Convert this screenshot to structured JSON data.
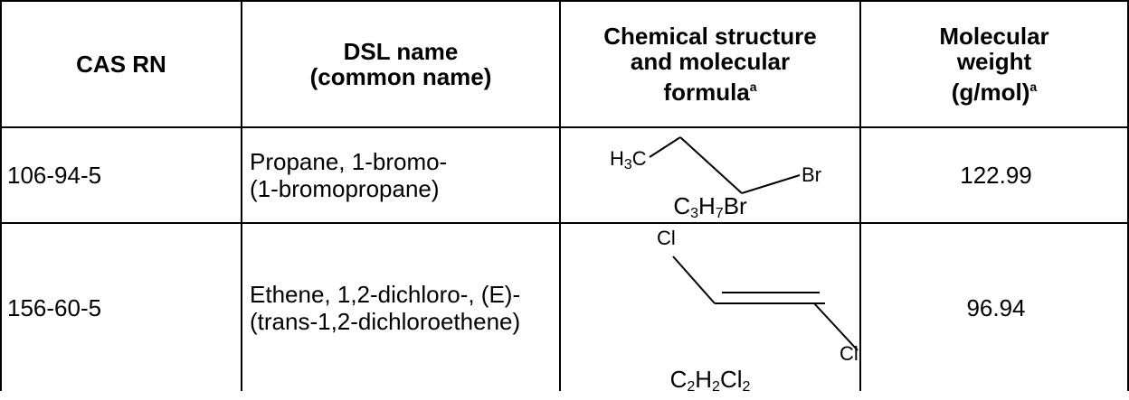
{
  "table": {
    "headers": {
      "cas": "CAS RN",
      "dsl_line1": "DSL name",
      "dsl_line2": "(common name)",
      "struct_line1": "Chemical structure",
      "struct_line2": "and molecular",
      "struct_line3": "formula",
      "struct_sup": "a",
      "mw_line1": "Molecular",
      "mw_line2": "weight",
      "mw_line3": "(g/mol)",
      "mw_sup": "a"
    },
    "rows": [
      {
        "cas": "106-94-5",
        "dsl_line1": "Propane, 1-bromo-",
        "dsl_line2": "(1-bromopropane)",
        "atoms": {
          "left_main": "H",
          "left_sub": "3",
          "left_tail": "C",
          "right": "Br"
        },
        "formula": {
          "p1": "C",
          "s1": "3",
          "p2": "H",
          "s2": "7",
          "p3": "Br"
        },
        "mw": "122.99"
      },
      {
        "cas": "156-60-5",
        "dsl_line1": "Ethene, 1,2-dichloro-, (E)-",
        "dsl_line2": "(trans-1,2-dichloroethene)",
        "atoms": {
          "top": "Cl",
          "bottom": "Cl"
        },
        "formula": {
          "p1": "C",
          "s1": "2",
          "p2": "H",
          "s2": "2",
          "p3": "Cl",
          "s3": "2"
        },
        "mw": "96.94"
      }
    ]
  }
}
